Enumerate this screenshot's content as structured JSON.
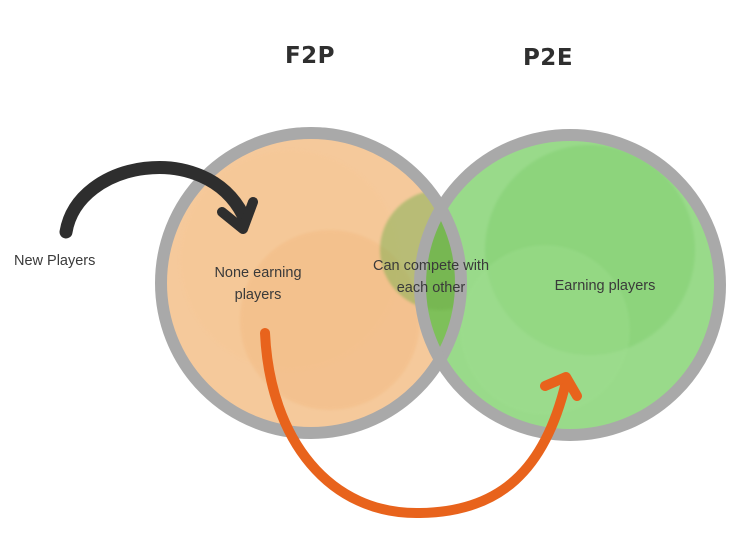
{
  "left_circle": {
    "title": "F2P",
    "label": "None earning players",
    "fill": "#f4c08a",
    "stroke": "#a9a9a9"
  },
  "right_circle": {
    "title": "P2E",
    "label": "Earning players",
    "fill": "#8fd67e",
    "stroke": "#a9a9a9"
  },
  "overlap": {
    "label": "Can compete with each other",
    "fill": "#7cbf57"
  },
  "entry": {
    "label": "New Players",
    "arrow_color": "#2e2e2e"
  },
  "transition": {
    "arrow_color": "#e8631c"
  }
}
